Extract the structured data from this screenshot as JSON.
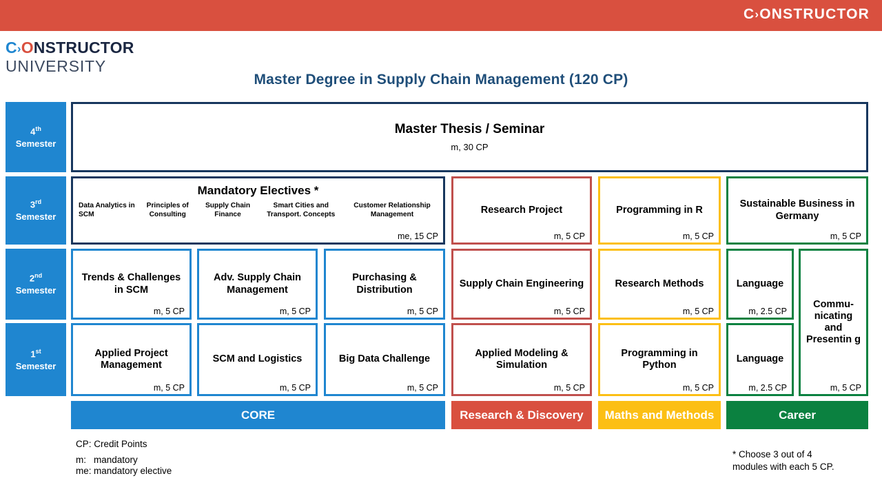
{
  "header": {
    "brand_top": "C›ONSTRUCTOR",
    "logo_c": "C",
    "logo_arrow": "›",
    "logo_o": "O",
    "logo_rest": "NSTRUCTOR",
    "logo_line2": "UNIVERSITY",
    "bar_color": "#d9503f"
  },
  "page": {
    "title": "Master Degree in Supply Chain Management (120 CP)",
    "title_color": "#1f4e79"
  },
  "semesters": [
    {
      "ordinal": "4",
      "suffix": "th",
      "word": "Semester"
    },
    {
      "ordinal": "3",
      "suffix": "rd",
      "word": "Semester"
    },
    {
      "ordinal": "2",
      "suffix": "nd",
      "word": "Semester"
    },
    {
      "ordinal": "1",
      "suffix": "st",
      "word": "Semester"
    }
  ],
  "thesis": {
    "title": "Master Thesis / Seminar",
    "cp": "m, 30 CP"
  },
  "electives": {
    "heading": "Mandatory Electives *",
    "cp": "me, 15 CP",
    "items": [
      "Data Analytics in SCM",
      "Principles of Consulting",
      "Supply Chain Finance",
      "Smart Cities and Transport. Concepts",
      "Customer Relationship Management"
    ]
  },
  "courses": {
    "sem3": [
      {
        "title": "Research Project",
        "cp": "m, 5 CP",
        "color": "red"
      },
      {
        "title": "Programming in R",
        "cp": "m, 5 CP",
        "color": "yellow"
      },
      {
        "title": "Sustainable Business in Germany",
        "cp": "m, 5 CP",
        "color": "green"
      }
    ],
    "sem2": [
      {
        "title": "Trends & Challenges in SCM",
        "cp": "m, 5 CP",
        "color": "blue"
      },
      {
        "title": "Adv. Supply Chain Management",
        "cp": "m, 5 CP",
        "color": "blue"
      },
      {
        "title": "Purchasing & Distribution",
        "cp": "m, 5 CP",
        "color": "blue"
      },
      {
        "title": "Supply Chain Engineering",
        "cp": "m, 5 CP",
        "color": "red"
      },
      {
        "title": "Research Methods",
        "cp": "m, 5 CP",
        "color": "yellow"
      },
      {
        "title": "Language",
        "cp": "m, 2.5 CP",
        "color": "green"
      }
    ],
    "sem1": [
      {
        "title": "Applied Project Management",
        "cp": "m, 5 CP",
        "color": "blue"
      },
      {
        "title": "SCM and Logistics",
        "cp": "m, 5 CP",
        "color": "blue"
      },
      {
        "title": "Big Data Challenge",
        "cp": "m, 5 CP",
        "color": "blue"
      },
      {
        "title": "Applied Modeling & Simulation",
        "cp": "m, 5 CP",
        "color": "red"
      },
      {
        "title": "Programming in Python",
        "cp": "m, 5 CP",
        "color": "yellow"
      },
      {
        "title": "Language",
        "cp": "m, 2.5 CP",
        "color": "green"
      }
    ],
    "spanning": {
      "title": "Commu-nicating and Presentin g",
      "cp": "m, 5 CP",
      "color": "green"
    }
  },
  "categories": [
    {
      "label": "CORE",
      "color": "#1f86d0"
    },
    {
      "label": "Research & Discovery",
      "color": "#d9503f"
    },
    {
      "label": "Maths and Methods",
      "color": "#fcbf14"
    },
    {
      "label": "Career",
      "color": "#0b8140"
    }
  ],
  "legend": {
    "line1": "CP: Credit Points",
    "key_m": "m:",
    "val_m": "mandatory",
    "key_me": "me:",
    "val_me": "mandatory elective"
  },
  "footnote": {
    "line1": "* Choose 3 out of 4",
    "line2": "modules with each 5 CP."
  }
}
